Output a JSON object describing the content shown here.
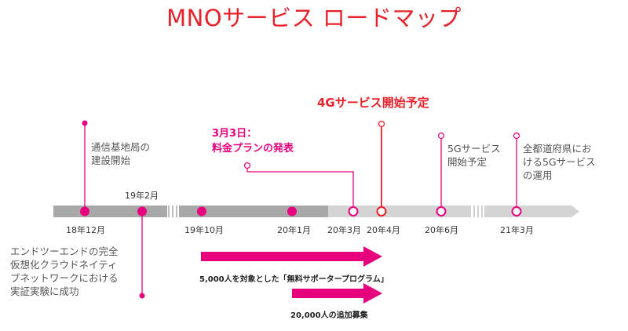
{
  "title": "MNOサービス ロードマップ",
  "highlight_4g": "4Gサービス開始予定",
  "event_mar3": [
    "3月3日：",
    "料金プランの発表"
  ],
  "notes": {
    "base_station": [
      "通信基地局の",
      "建設開始"
    ],
    "e2e": [
      "エンドツーエンドの完全",
      "仮想化クラウドネイティ",
      "ブネットワークにおける",
      "実証実験に成功"
    ],
    "service_5g": [
      "5Gサービス",
      "開始予定"
    ],
    "nationwide": [
      "全都道府県にお",
      "ける5Gサービス",
      "の運用"
    ]
  },
  "dates": {
    "d1812": "18年12月",
    "d1902": "19年2月",
    "d1910": "19年10月",
    "d2001": "20年1月",
    "d2003": "20年3月",
    "d2004": "20年4月",
    "d2006": "20年6月",
    "d2103": "21年3月"
  },
  "programs": {
    "supporter": "5,000人を対象とした「無料サポータープログラム」",
    "additional": "20,000人の追加募集"
  },
  "colors": {
    "title_red": "#e8202a",
    "pink": "#e6007e",
    "bar_dark": "#a8a8a8",
    "bar_light": "#d4d4d4"
  }
}
